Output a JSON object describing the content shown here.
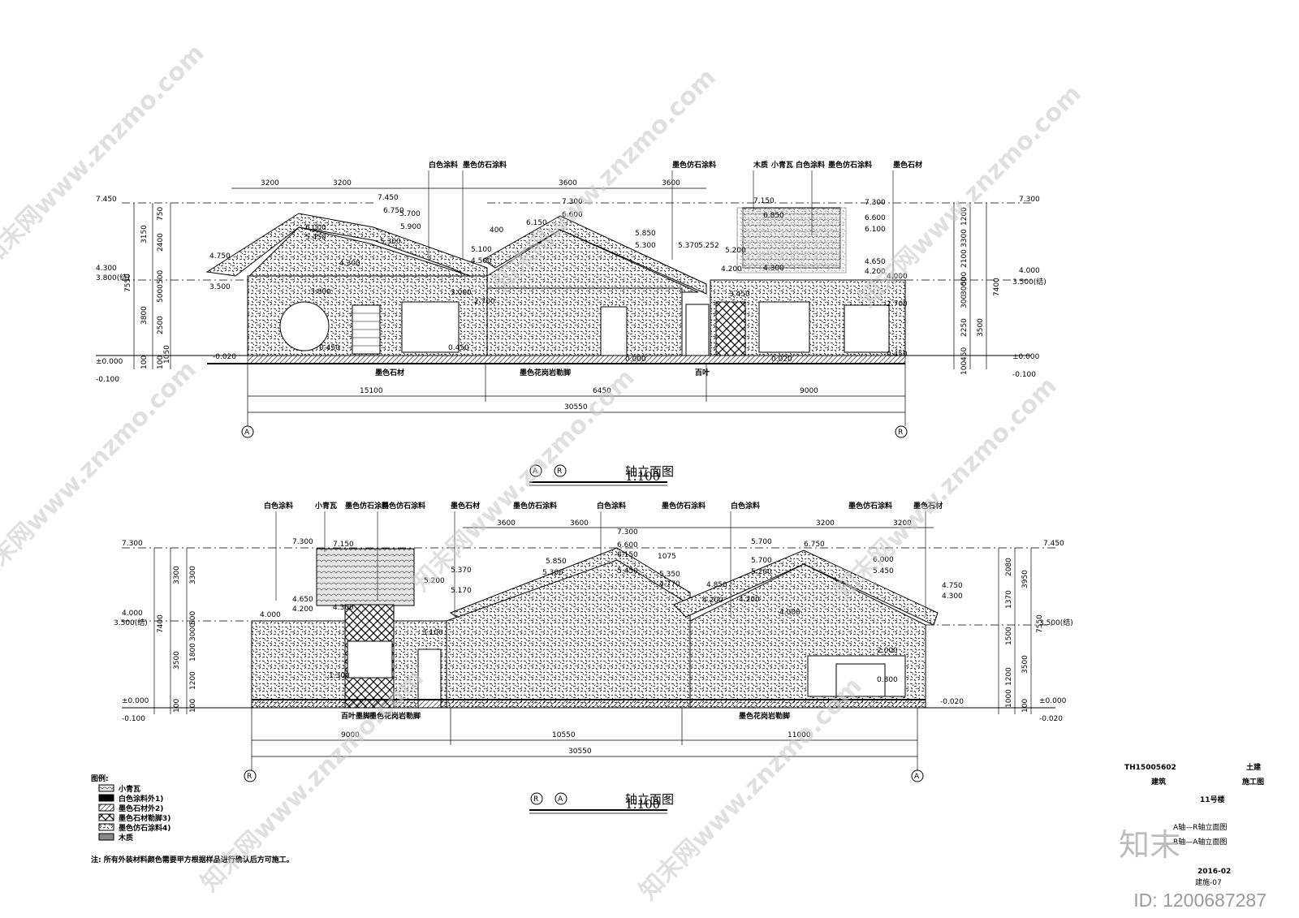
{
  "top": {
    "title_axes": [
      "A",
      "R"
    ],
    "title": "轴立面图",
    "scale": "1:100",
    "materials": [
      "白色涂料",
      "墨色仿石涂料",
      "墨色仿石涂料",
      "木质",
      "小青瓦",
      "白色涂料",
      "墨色仿石涂料",
      "墨色石材"
    ],
    "bottom_labels": [
      "墨色石材",
      "墨色花岗岩勒脚",
      "百叶"
    ],
    "dims_top": [
      "3200",
      "3200",
      "3600",
      "3600"
    ],
    "dims_bottom": [
      "15100",
      "6450",
      "9000"
    ],
    "total": "30550",
    "left_levels": [
      "7.450",
      "4.750",
      "4.300",
      "3.800(结)",
      "3.500",
      "±0.000",
      "-0.100"
    ],
    "left_dims": [
      "750",
      "2400",
      "500",
      "5000",
      "2500",
      "100",
      "1050",
      "3150",
      "7550",
      "3800",
      "100"
    ],
    "right_levels": [
      "7.300",
      "4.000",
      "3.500(结)",
      "±0.000",
      "-0.100"
    ],
    "right_dims": [
      "1200",
      "3300",
      "2100",
      "500",
      "3000",
      "300",
      "2250",
      "450",
      "3500",
      "7400",
      "100"
    ],
    "inner_levels": [
      "7.450",
      "6.750",
      "5.700",
      "5.900",
      "6.000",
      "5.450",
      "5.300",
      "4.300",
      "3.800",
      "0.450",
      "0.450",
      "-0.020",
      "400",
      "6.150",
      "6.600",
      "7.300",
      "5.850",
      "5.300",
      "5.100",
      "4.500",
      "3.000",
      "2.700",
      "5.370",
      "5.252",
      "5.200",
      "4.200",
      "3.450",
      "0.000",
      "0.020",
      "7.150",
      "6.850",
      "6.600",
      "6.100",
      "7.300",
      "4.650",
      "4.200",
      "4.300",
      "4.000",
      "2.700",
      "0.450"
    ]
  },
  "bottom": {
    "title_axes": [
      "R",
      "A"
    ],
    "title": "轴立面图",
    "scale": "1:100",
    "materials": [
      "白色涂料",
      "小青瓦",
      "墨色仿石涂料",
      "墨色仿石涂料",
      "墨色石材",
      "墨色仿石涂料",
      "白色涂料",
      "墨色仿石涂料",
      "白色涂料",
      "墨色仿石涂料",
      "墨色石材"
    ],
    "bottom_labels": [
      "百叶墨脚",
      "墨色花岗岩勒脚",
      "墨色花岗岩勒脚"
    ],
    "dims_top": [
      "3600",
      "3600",
      "3200",
      "3200"
    ],
    "dims_bottom": [
      "9000",
      "10550",
      "11000"
    ],
    "total": "30550",
    "left_levels": [
      "7.300",
      "4.000",
      "3.500(结)",
      "±0.000",
      "-0.100"
    ],
    "left_dims": [
      "3300",
      "3300",
      "500",
      "3000",
      "1800",
      "1200",
      "100",
      "3500",
      "7400",
      "100"
    ],
    "right_levels": [
      "7.450",
      "3.500(结)",
      "±0.000",
      "-0.020"
    ],
    "right_dims": [
      "2080",
      "1370",
      "1500",
      "1200",
      "1000",
      "3950",
      "7550",
      "3500",
      "100"
    ],
    "inner_levels": [
      "7.300",
      "7.150",
      "4.650",
      "4.200",
      "4.300",
      "4.000",
      "3.100",
      "1.300",
      "5.200",
      "5.370",
      "5.170",
      "7.300",
      "6.600",
      "6.150",
      "5.850",
      "5.450",
      "5.300",
      "1075",
      "5.350",
      "4.770",
      "4.200",
      "4.000",
      "5.700",
      "5.700",
      "5.200",
      "4.850",
      "4.200",
      "6.750",
      "6.000",
      "5.450",
      "4.750",
      "4.300",
      "2.000",
      "0.800",
      "-0.020"
    ]
  },
  "legend": {
    "title": "图例:",
    "items": [
      "小青瓦",
      "白色涂料外1)",
      "墨色石材外2)",
      "墨色石材勒脚3)",
      "墨色仿石涂料4)",
      "木质"
    ],
    "note": "注: 所有外装材料颜色需要甲方根据样品进行确认后方可施工。"
  },
  "titleblock": {
    "project_no": "TH15005602",
    "discipline": "土建",
    "type": "建筑",
    "stage": "施工图",
    "building": "11号楼",
    "drawing1": "A轴—R轴立面图",
    "drawing2": "R轴—A轴立面图",
    "date": "2016-02",
    "sheet": "建施-07"
  },
  "watermark": "知末网www.znzmo.com",
  "logo": "知末",
  "image_id": "ID: 1200687287"
}
